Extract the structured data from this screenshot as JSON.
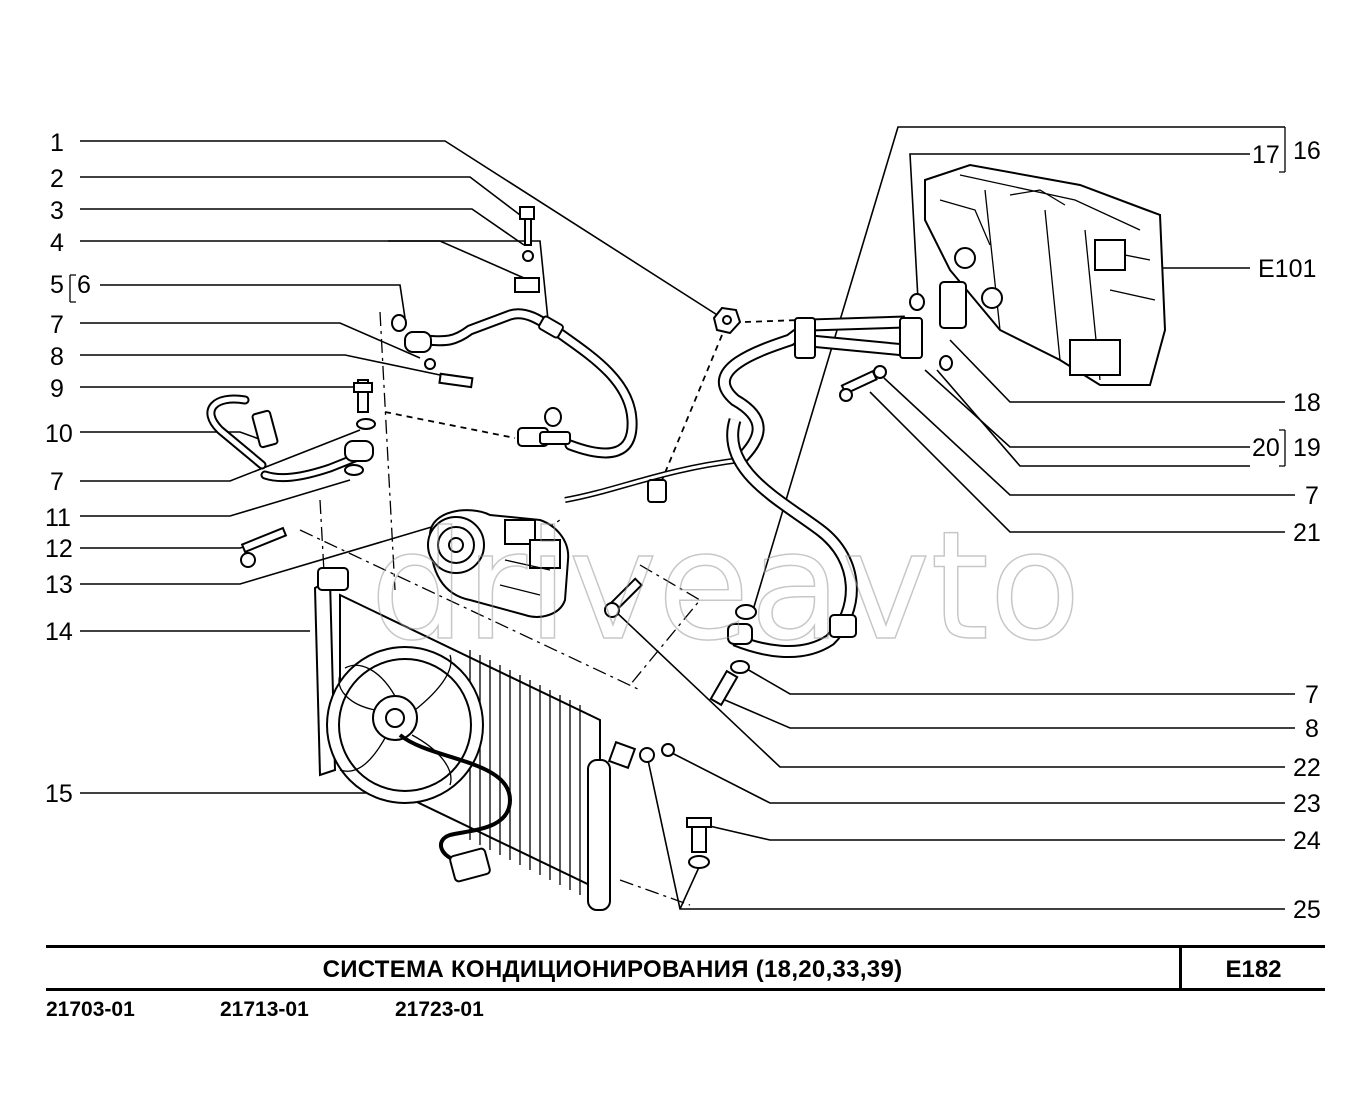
{
  "diagram": {
    "watermark": "driveavto",
    "callouts_left": [
      "1",
      "2",
      "3",
      "4",
      "5",
      "6",
      "7",
      "8",
      "9",
      "10",
      "7",
      "11",
      "12",
      "13",
      "14",
      "15"
    ],
    "callouts_right": [
      "17",
      "16",
      "E101",
      "18",
      "20",
      "19",
      "7",
      "21",
      "7",
      "8",
      "22",
      "23",
      "24",
      "25"
    ]
  },
  "footer": {
    "title": "СИСТЕМА  КОНДИЦИОНИРОВАНИЯ (18,20,33,39)",
    "code": "E182",
    "models": [
      "21703-01",
      "21713-01",
      "21723-01"
    ]
  }
}
